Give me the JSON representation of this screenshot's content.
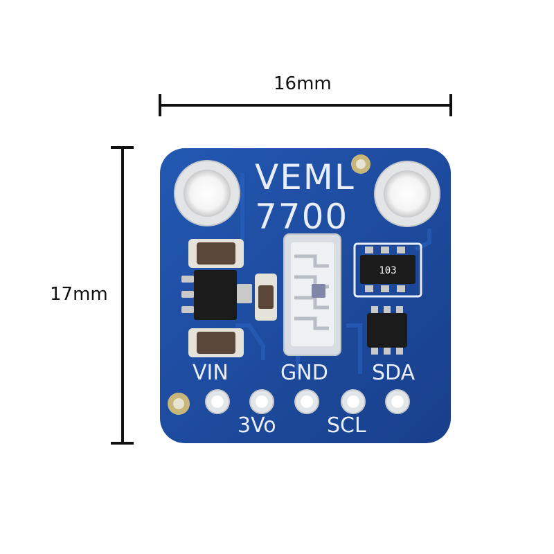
{
  "dimensions": {
    "width_label": "16mm",
    "height_label": "17mm"
  },
  "board": {
    "title_line1": "VEML",
    "title_line2": "7700",
    "chip_marking": "103",
    "pins_top": [
      "VIN",
      "GND",
      "SDA"
    ],
    "pins_bottom": [
      "3Vo",
      "SCL"
    ]
  },
  "colors": {
    "pcb": "#1f4fa3",
    "pcb_dark": "#173f87",
    "silkscreen": "#e9eef8",
    "pad": "#d7dbe0",
    "ink": "#111111"
  }
}
